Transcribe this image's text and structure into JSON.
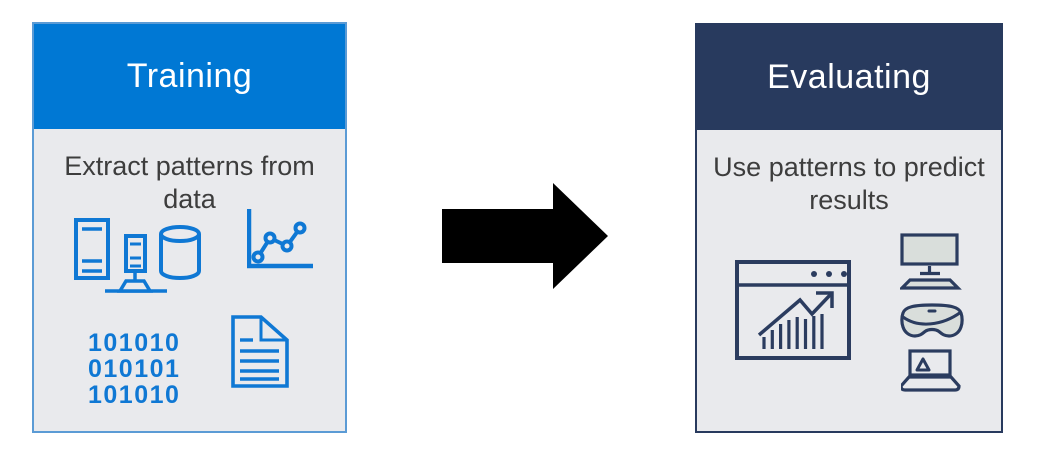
{
  "page": {
    "background": "#FFFFFF"
  },
  "training_card": {
    "title": "Training",
    "description": "Extract patterns from data",
    "binary_lines": [
      "101010",
      "010101",
      "101010"
    ],
    "icons": [
      "servers-database-icon",
      "line-chart-icon",
      "binary-code-text",
      "document-icon"
    ]
  },
  "evaluating_card": {
    "title": "Evaluating",
    "description": "Use patterns to predict results",
    "icons": [
      "browser-chart-icon",
      "monitor-icon",
      "vr-headset-icon",
      "laptop-icon"
    ]
  },
  "connector": {
    "icon": "right-arrow-icon",
    "direction": "right"
  },
  "colors": {
    "page_bg": "#FFFFFF",
    "training_header_bg": "#0078D4",
    "training_border": "#5B9BD5",
    "evaluating_header_bg": "#283A5E",
    "evaluating_border": "#283A5E",
    "card_body_bg": "#E9EAED",
    "header_text": "#FFFFFF",
    "body_text": "#3D3D3D",
    "icon_blue": "#0F78D4",
    "icon_navy": "#2B3C5F",
    "screen_fill": "#D9DEDB",
    "arrow": "#000000"
  }
}
